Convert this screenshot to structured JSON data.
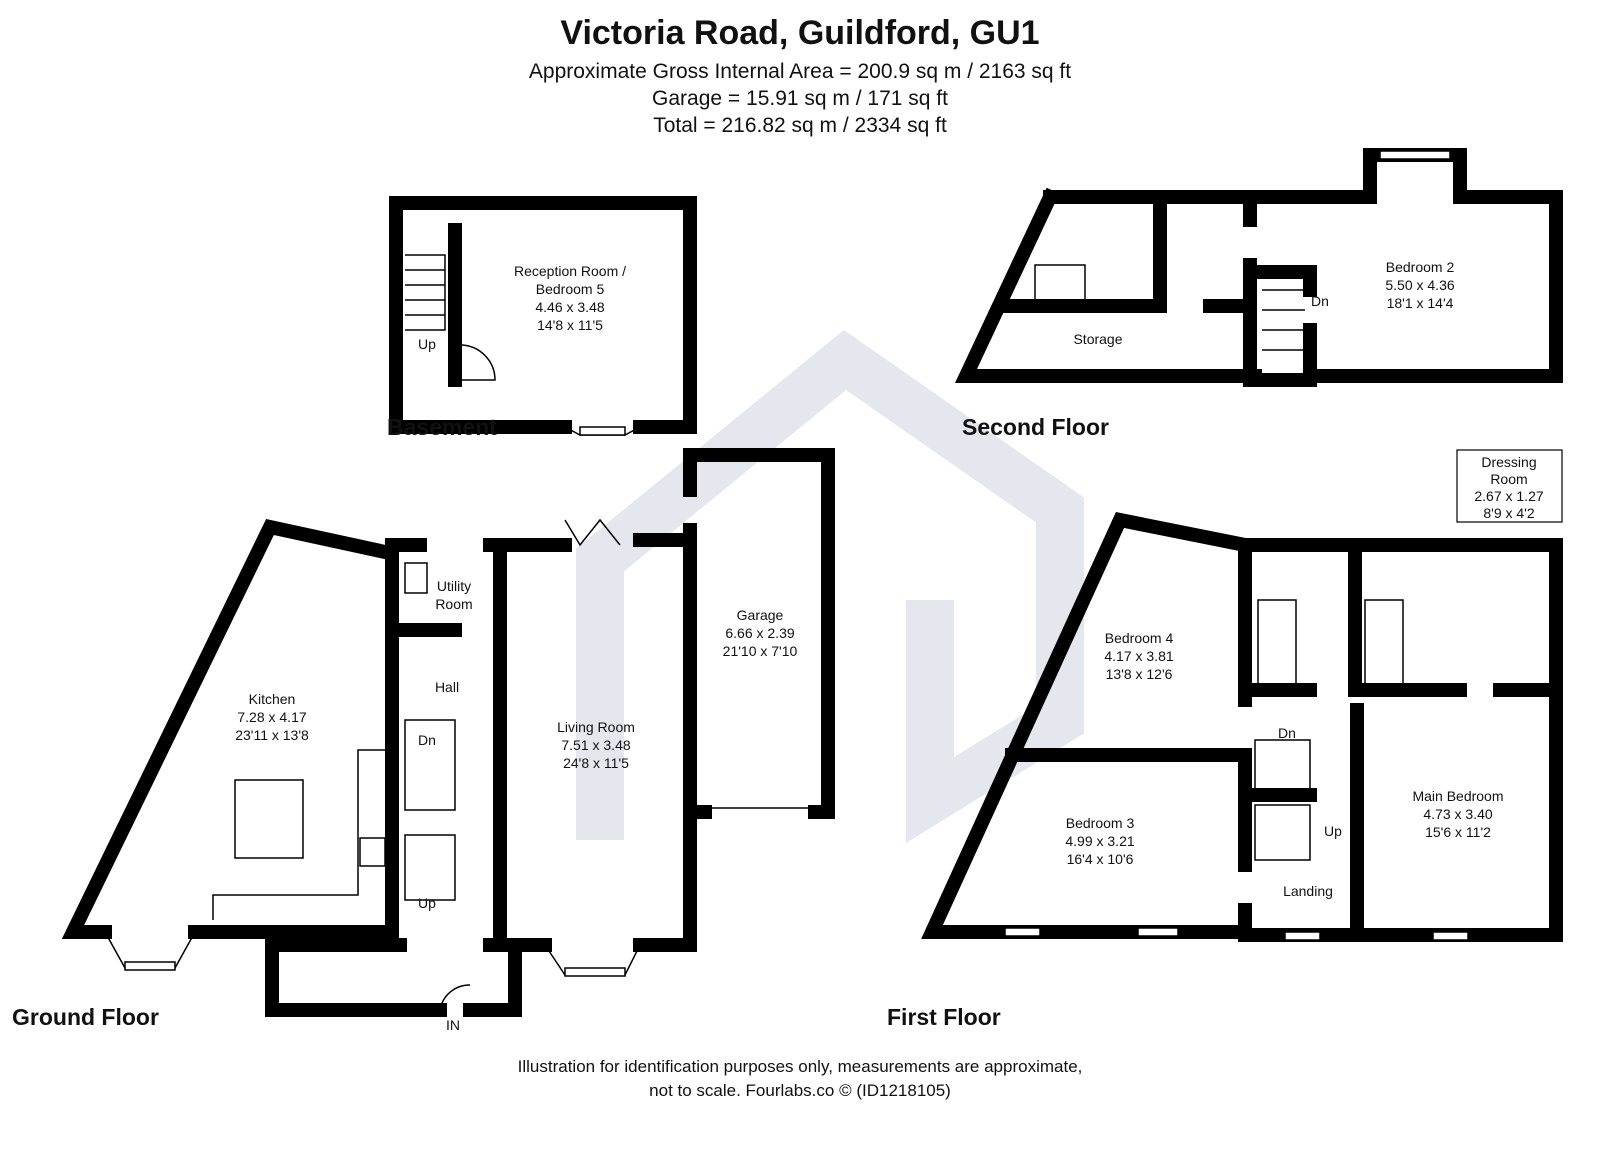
{
  "header": {
    "title": "Victoria Road, Guildford, GU1",
    "area_lines": [
      "Approximate Gross Internal Area = 200.9 sq m / 2163 sq ft",
      "Garage = 15.91 sq m / 171 sq ft",
      "Total = 216.82 sq m / 2334 sq ft"
    ]
  },
  "floors": {
    "basement": "Basement",
    "second": "Second Floor",
    "ground": "Ground Floor",
    "first": "First Floor"
  },
  "rooms": {
    "reception": {
      "name1": "Reception Room /",
      "name2": "Bedroom 5",
      "metric": "4.46 x 3.48",
      "imperial": "14'8 x 11'5"
    },
    "bedroom2": {
      "name": "Bedroom 2",
      "metric": "5.50 x 4.36",
      "imperial": "18'1 x 14'4"
    },
    "kitchen": {
      "name": "Kitchen",
      "metric": "7.28 x 4.17",
      "imperial": "23'11 x 13'8"
    },
    "utility": {
      "name1": "Utility",
      "name2": "Room"
    },
    "living": {
      "name": "Living Room",
      "metric": "7.51 x 3.48",
      "imperial": "24'8 x 11'5"
    },
    "garage": {
      "name": "Garage",
      "metric": "6.66 x 2.39",
      "imperial": "21'10 x 7'10"
    },
    "bedroom4": {
      "name": "Bedroom 4",
      "metric": "4.17 x 3.81",
      "imperial": "13'8 x 12'6"
    },
    "bedroom3": {
      "name": "Bedroom 3",
      "metric": "4.99 x 3.21",
      "imperial": "16'4 x 10'6"
    },
    "main_bedroom": {
      "name": "Main Bedroom",
      "metric": "4.73 x 3.40",
      "imperial": "15'6 x 11'2"
    },
    "dressing": {
      "name1": "Dressing",
      "name2": "Room",
      "metric": "2.67 x 1.27",
      "imperial": "8'9 x 4'2"
    }
  },
  "labels": {
    "storage": "Storage",
    "hall": "Hall",
    "landing": "Landing",
    "up": "Up",
    "dn": "Dn",
    "in": "IN"
  },
  "footer": {
    "line1": "Illustration for identification purposes only, measurements are approximate,",
    "line2": "not to scale. Fourlabs.co © (ID1218105)"
  }
}
